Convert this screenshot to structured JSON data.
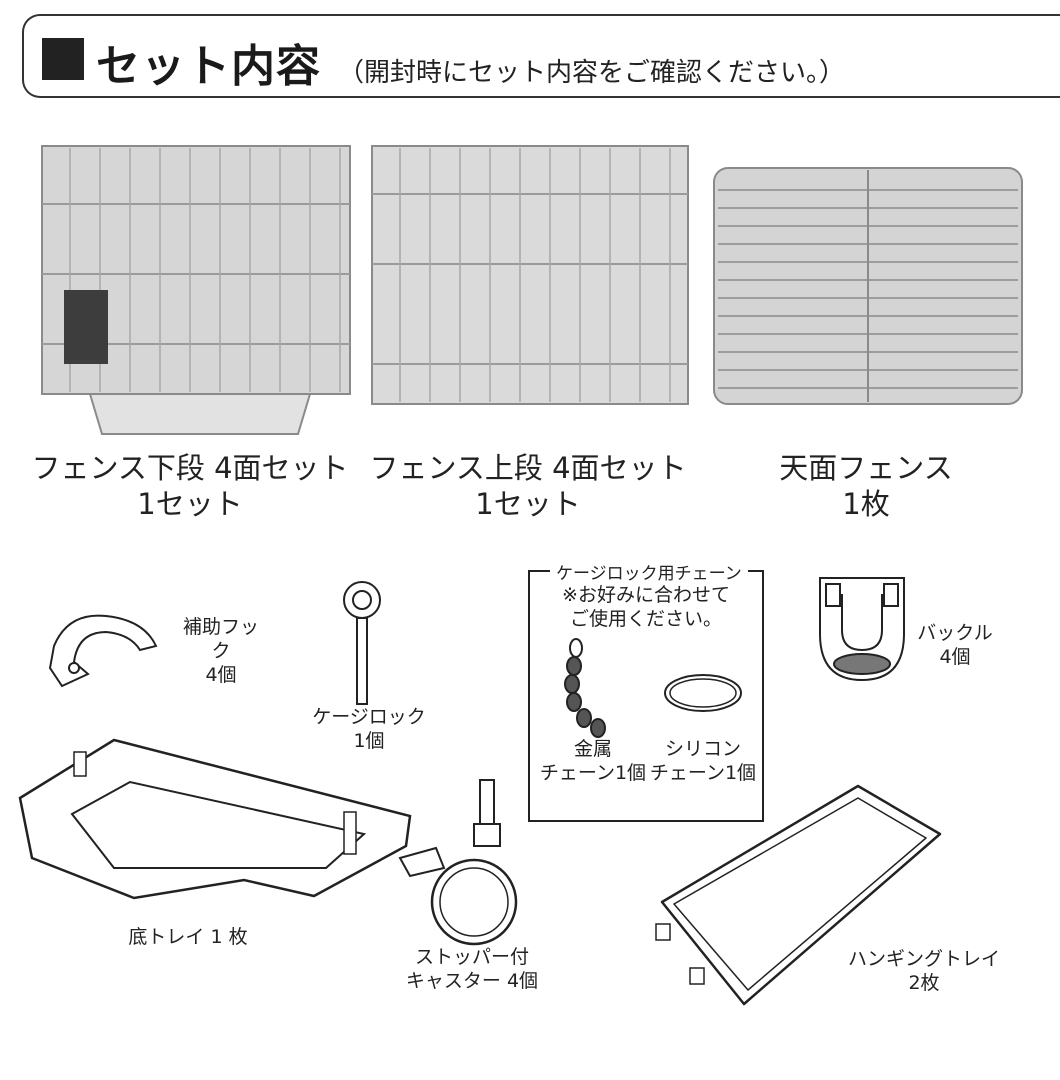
{
  "header": {
    "title": "セット内容",
    "subtitle": "（開封時にセット内容をご確認ください。）"
  },
  "panels": [
    {
      "name": "フェンス下段 4面セット",
      "qty": "1セット"
    },
    {
      "name": "フェンス上段 4面セット",
      "qty": "1セット"
    },
    {
      "name": "天面フェンス",
      "qty": "1枚"
    }
  ],
  "parts": {
    "hook": {
      "name": "補助フック",
      "qty": "4個"
    },
    "cage_lock": {
      "name": "ケージロック",
      "qty": "1個"
    },
    "buckle": {
      "name": "バックル",
      "qty": "4個"
    },
    "bottom_tray": {
      "label": "底トレイ 1 枚"
    },
    "caster": {
      "name": "ストッパー付",
      "qty": "キャスター 4個"
    },
    "hanging_tray": {
      "name": "ハンギングトレイ",
      "qty": "2枚"
    }
  },
  "chain_box": {
    "title": "ケージロック用チェーン",
    "note_1": "※お好みに合わせて",
    "note_2": "ご使用ください。",
    "metal": {
      "name": "金属",
      "qty": "チェーン1個"
    },
    "silicone": {
      "name": "シリコン",
      "qty": "チェーン1個"
    }
  }
}
